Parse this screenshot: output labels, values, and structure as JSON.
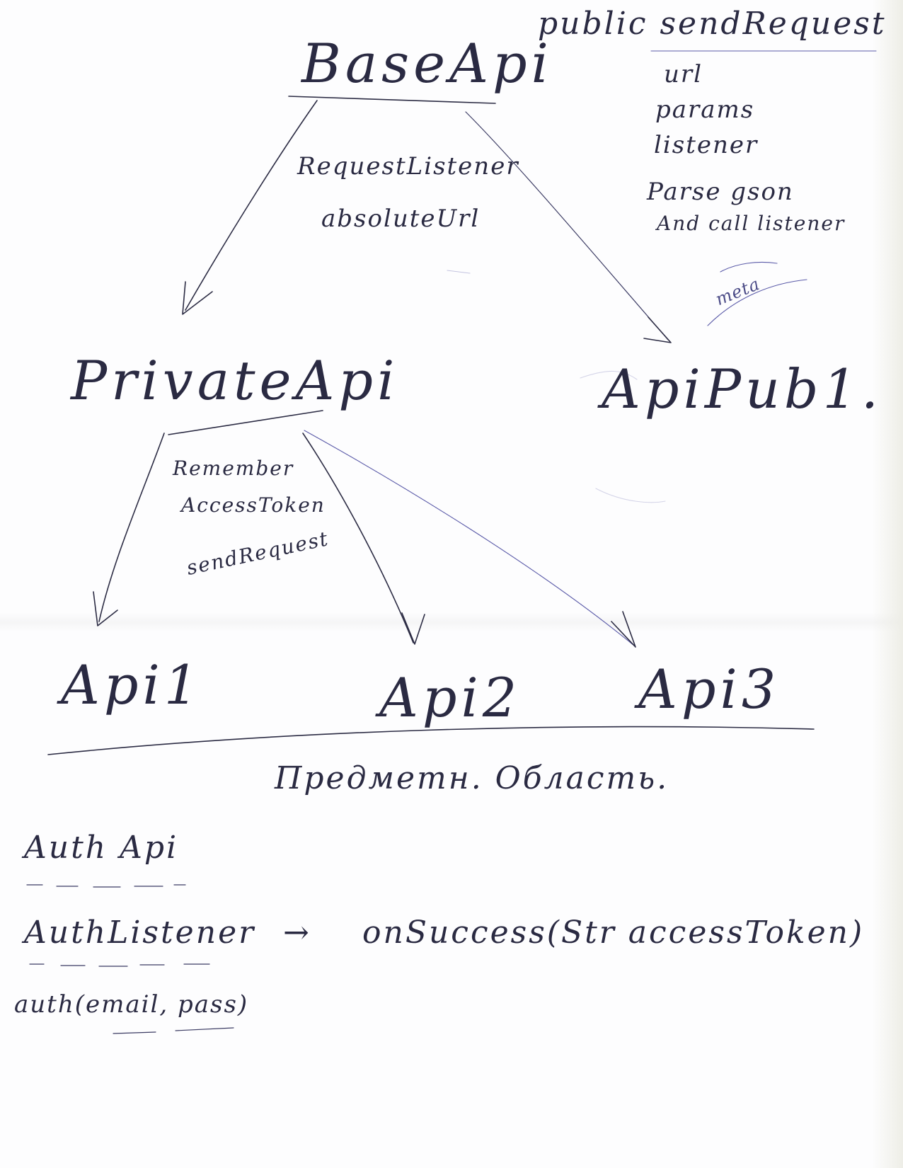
{
  "header": {
    "public_send_request": "public sendRequest"
  },
  "nodes": {
    "base_api": "BaseApi",
    "private_api": "PrivateApi",
    "api_pub1": "ApiPub1.",
    "api1": "Api1",
    "api2": "Api2",
    "api3": "Api3"
  },
  "base_api_notes": [
    "RequestListener",
    "absoluteUrl"
  ],
  "send_request_params": [
    "url",
    "params",
    "listener",
    "Parse gson",
    "And call listener"
  ],
  "api_pub1_note": "meta",
  "private_api_notes": [
    "Remember",
    "AccessToken",
    "sendRequest"
  ],
  "domain_label": "Предметн. Область.",
  "auth": {
    "title": "Auth Api",
    "listener": "AuthListener",
    "arrow": "→",
    "callback": "onSuccess(Str accessToken)",
    "method": "auth(email, pass)"
  }
}
